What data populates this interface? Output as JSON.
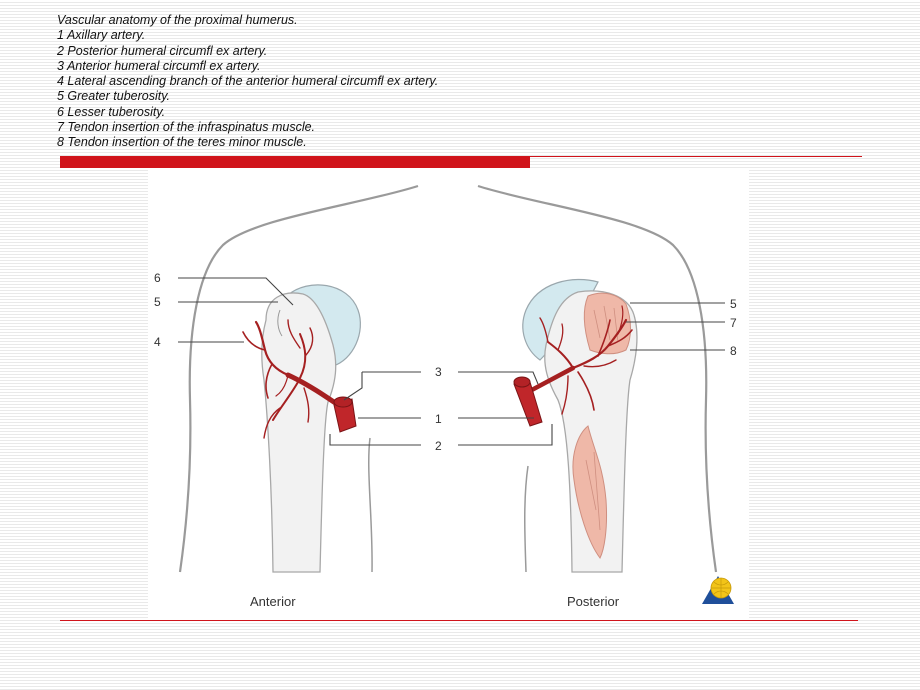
{
  "caption": {
    "title": "Vascular anatomy of the proximal humerus.",
    "items": [
      "1 Axillary artery.",
      "2 Posterior humeral circumfl ex artery.",
      "3 Anterior humeral circumfl ex artery.",
      "4 Lateral ascending branch of the anterior humeral circumfl ex artery.",
      "5 Greater tuberosity.",
      "6 Lesser tuberosity.",
      "7 Tendon insertion of the infraspinatus muscle.",
      "8 Tendon insertion of the teres minor muscle."
    ]
  },
  "figure": {
    "anterior_label": "Anterior",
    "posterior_label": "Posterior",
    "anterior_numbers": [
      "6",
      "5",
      "4"
    ],
    "center_numbers": [
      "3",
      "1",
      "2"
    ],
    "posterior_numbers": [
      "5",
      "7",
      "8"
    ]
  },
  "colors": {
    "accent_red": "#d0141b",
    "artery": "#c0262a",
    "humeral_head": "#d3e9ef",
    "muscle": "#efb8a8"
  }
}
